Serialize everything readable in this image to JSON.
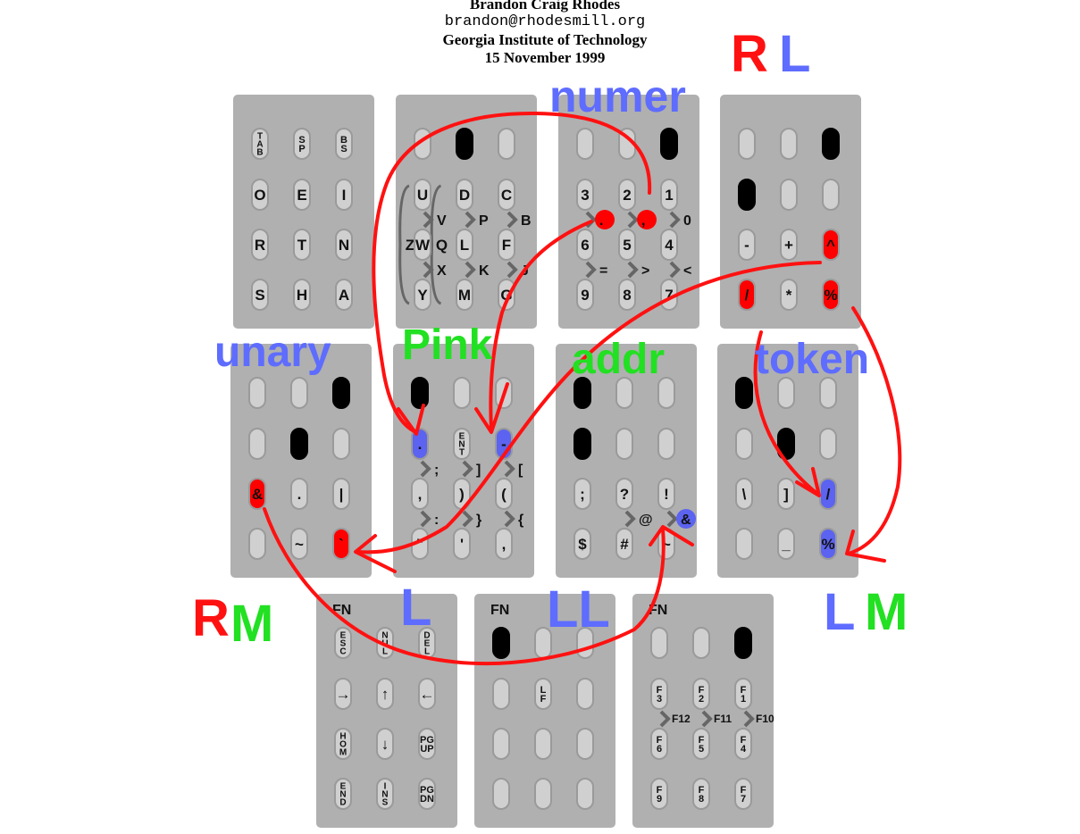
{
  "header": {
    "name": "Brandon Craig Rhodes",
    "email": "brandon@rhodesmill.org",
    "institution": "Georgia Institute of Technology",
    "date": "15 November 1999"
  },
  "colors": {
    "panel": "#b0b0b0",
    "key": "#d0d0d0",
    "key_border": "#9a9a9a",
    "black": "#000000",
    "red": "#ff0000",
    "blue": "#5b63f0",
    "ink_red": "#ff1111",
    "ink_blue": "#5e6cff",
    "ink_green": "#22e022"
  },
  "annotations": [
    {
      "id": "RL-R",
      "text": "R",
      "color": "red"
    },
    {
      "id": "RL-L",
      "text": "L",
      "color": "blue"
    },
    {
      "id": "numer",
      "text": "numer",
      "color": "blue"
    },
    {
      "id": "unary",
      "text": "unary",
      "color": "blue"
    },
    {
      "id": "pink",
      "text": "Pink",
      "color": "green"
    },
    {
      "id": "addr",
      "text": "addr",
      "color": "green"
    },
    {
      "id": "token",
      "text": "token",
      "color": "blue"
    },
    {
      "id": "RM-R",
      "text": "R",
      "color": "red"
    },
    {
      "id": "RM-M",
      "text": "M",
      "color": "green"
    },
    {
      "id": "L",
      "text": "L",
      "color": "blue"
    },
    {
      "id": "LL",
      "text": "LL",
      "color": "blue"
    },
    {
      "id": "LM-L",
      "text": "L",
      "color": "blue"
    },
    {
      "id": "LM-M",
      "text": "M",
      "color": "green"
    }
  ],
  "panels": [
    {
      "name": "panel-letters-left",
      "fn": "",
      "keys": [
        [
          {
            "l": "T\nA\nB"
          },
          {
            "l": "S\nP"
          },
          {
            "l": "B\nS"
          }
        ],
        [
          {
            "l": "O"
          },
          {
            "l": "E"
          },
          {
            "l": "I"
          }
        ],
        [
          {
            "l": "R"
          },
          {
            "l": "T"
          },
          {
            "l": "N"
          }
        ],
        [
          {
            "l": "S"
          },
          {
            "l": "H"
          },
          {
            "l": "A"
          }
        ]
      ],
      "combos": [],
      "side": []
    },
    {
      "name": "panel-letters-right",
      "fn": "",
      "keys": [
        [
          {
            "l": ""
          },
          {
            "l": "",
            "f": "black"
          },
          {
            "l": ""
          }
        ],
        [
          {
            "l": "U"
          },
          {
            "l": "D"
          },
          {
            "l": "C"
          }
        ],
        [
          {
            "l": "W"
          },
          {
            "l": "L"
          },
          {
            "l": "F"
          }
        ],
        [
          {
            "l": "Y"
          },
          {
            "l": "M"
          },
          {
            "l": "G"
          }
        ]
      ],
      "combos": [
        {
          "c": 0,
          "r": 0,
          "l": "V"
        },
        {
          "c": 1,
          "r": 0,
          "l": "P"
        },
        {
          "c": 2,
          "r": 0,
          "l": "B"
        },
        {
          "c": 0,
          "r": 1,
          "l": "X"
        },
        {
          "c": 1,
          "r": 1,
          "l": "K"
        },
        {
          "c": 2,
          "r": 1,
          "l": "J"
        }
      ],
      "side": [
        {
          "l": "Z",
          "after": -1
        },
        {
          "l": "Q",
          "after": 0
        }
      ]
    },
    {
      "name": "panel-numer",
      "fn": "",
      "keys": [
        [
          {
            "l": ""
          },
          {
            "l": ""
          },
          {
            "l": "",
            "f": "black"
          }
        ],
        [
          {
            "l": "3"
          },
          {
            "l": "2"
          },
          {
            "l": "1"
          }
        ],
        [
          {
            "l": "6"
          },
          {
            "l": "5"
          },
          {
            "l": "4"
          }
        ],
        [
          {
            "l": "9"
          },
          {
            "l": "8"
          },
          {
            "l": "7"
          }
        ]
      ],
      "combos": [
        {
          "c": 0,
          "r": 0,
          "l": ".",
          "f": "red"
        },
        {
          "c": 1,
          "r": 0,
          "l": ",",
          "f": "red"
        },
        {
          "c": 2,
          "r": 0,
          "l": "0"
        },
        {
          "c": 0,
          "r": 1,
          "l": "="
        },
        {
          "c": 1,
          "r": 1,
          "l": ">"
        },
        {
          "c": 2,
          "r": 1,
          "l": "<"
        }
      ],
      "side": []
    },
    {
      "name": "panel-operators",
      "fn": "",
      "keys": [
        [
          {
            "l": ""
          },
          {
            "l": ""
          },
          {
            "l": "",
            "f": "black"
          }
        ],
        [
          {
            "l": "",
            "f": "black"
          },
          {
            "l": ""
          },
          {
            "l": ""
          }
        ],
        [
          {
            "l": "-"
          },
          {
            "l": "+"
          },
          {
            "l": "^",
            "f": "red"
          }
        ],
        [
          {
            "l": "/",
            "f": "red"
          },
          {
            "l": "*"
          },
          {
            "l": "%",
            "f": "red"
          }
        ]
      ],
      "combos": [],
      "side": []
    },
    {
      "name": "panel-unary",
      "fn": "",
      "keys": [
        [
          {
            "l": ""
          },
          {
            "l": ""
          },
          {
            "l": "",
            "f": "black"
          }
        ],
        [
          {
            "l": ""
          },
          {
            "l": "",
            "f": "black"
          },
          {
            "l": ""
          }
        ],
        [
          {
            "l": "&",
            "f": "red"
          },
          {
            "l": "."
          },
          {
            "l": "|"
          }
        ],
        [
          {
            "l": ""
          },
          {
            "l": "~"
          },
          {
            "l": "`",
            "f": "red"
          }
        ]
      ],
      "combos": [],
      "side": []
    },
    {
      "name": "panel-pink",
      "fn": "",
      "keys": [
        [
          {
            "l": "",
            "f": "black"
          },
          {
            "l": ""
          },
          {
            "l": ""
          }
        ],
        [
          {
            "l": ".",
            "f": "blue"
          },
          {
            "l": "E\nN\nT"
          },
          {
            "l": "-",
            "f": "blue"
          }
        ],
        [
          {
            "l": ","
          },
          {
            "l": ")"
          },
          {
            "l": "("
          }
        ],
        [
          {
            "l": "\""
          },
          {
            "l": "'"
          },
          {
            "l": ","
          }
        ]
      ],
      "combos": [
        {
          "c": 0,
          "r": 0,
          "l": ";"
        },
        {
          "c": 1,
          "r": 0,
          "l": "]"
        },
        {
          "c": 2,
          "r": 0,
          "l": "["
        },
        {
          "c": 0,
          "r": 1,
          "l": ":"
        },
        {
          "c": 1,
          "r": 1,
          "l": "}"
        },
        {
          "c": 2,
          "r": 1,
          "l": "{"
        }
      ],
      "side": []
    },
    {
      "name": "panel-addr",
      "fn": "",
      "keys": [
        [
          {
            "l": "",
            "f": "black"
          },
          {
            "l": ""
          },
          {
            "l": ""
          }
        ],
        [
          {
            "l": "",
            "f": "black"
          },
          {
            "l": ""
          },
          {
            "l": ""
          }
        ],
        [
          {
            "l": ";"
          },
          {
            "l": "?"
          },
          {
            "l": "!"
          }
        ],
        [
          {
            "l": "$"
          },
          {
            "l": "#"
          },
          {
            "l": "~"
          }
        ]
      ],
      "combos": [
        {
          "c": 1,
          "r": 1,
          "l": "@"
        },
        {
          "c": 2,
          "r": 1,
          "l": "&",
          "f": "blue"
        }
      ],
      "side": []
    },
    {
      "name": "panel-token",
      "fn": "",
      "keys": [
        [
          {
            "l": "",
            "f": "black"
          },
          {
            "l": ""
          },
          {
            "l": ""
          }
        ],
        [
          {
            "l": ""
          },
          {
            "l": "",
            "f": "black"
          },
          {
            "l": ""
          }
        ],
        [
          {
            "l": "\\"
          },
          {
            "l": "]"
          },
          {
            "l": "/",
            "f": "blue"
          }
        ],
        [
          {
            "l": ""
          },
          {
            "l": "_"
          },
          {
            "l": "%",
            "f": "blue"
          }
        ]
      ],
      "combos": [],
      "side": []
    },
    {
      "name": "panel-fn-navigation",
      "fn": "FN",
      "keys": [
        [
          {
            "l": "E\nS\nC"
          },
          {
            "l": "N\nU\nL"
          },
          {
            "l": "D\nE\nL"
          }
        ],
        [
          {
            "l": "→"
          },
          {
            "l": "↑"
          },
          {
            "l": "←"
          }
        ],
        [
          {
            "l": "H\nO\nM"
          },
          {
            "l": "↓"
          },
          {
            "l": "PG\nUP"
          }
        ],
        [
          {
            "l": "E\nN\nD"
          },
          {
            "l": "I\nN\nS"
          },
          {
            "l": "PG\nDN"
          }
        ]
      ],
      "combos": [],
      "side": []
    },
    {
      "name": "panel-fn-linefeed",
      "fn": "FN",
      "keys": [
        [
          {
            "l": "",
            "f": "black"
          },
          {
            "l": ""
          },
          {
            "l": ""
          }
        ],
        [
          {
            "l": ""
          },
          {
            "l": "L\nF"
          },
          {
            "l": ""
          }
        ],
        [
          {
            "l": ""
          },
          {
            "l": ""
          },
          {
            "l": ""
          }
        ],
        [
          {
            "l": ""
          },
          {
            "l": ""
          },
          {
            "l": ""
          }
        ]
      ],
      "combos": [],
      "side": []
    },
    {
      "name": "panel-fn-function-keys",
      "fn": "FN",
      "keys": [
        [
          {
            "l": ""
          },
          {
            "l": ""
          },
          {
            "l": "",
            "f": "black"
          }
        ],
        [
          {
            "l": "F\n3"
          },
          {
            "l": "F\n2"
          },
          {
            "l": "F\n1"
          }
        ],
        [
          {
            "l": "F\n6"
          },
          {
            "l": "F\n5"
          },
          {
            "l": "F\n4"
          }
        ],
        [
          {
            "l": "F\n9"
          },
          {
            "l": "F\n8"
          },
          {
            "l": "F\n7"
          }
        ]
      ],
      "combos": [
        {
          "c": 0,
          "r": 0,
          "l": "F12"
        },
        {
          "c": 1,
          "r": 0,
          "l": "F11"
        },
        {
          "c": 2,
          "r": 0,
          "l": "F10"
        }
      ],
      "side": []
    }
  ]
}
